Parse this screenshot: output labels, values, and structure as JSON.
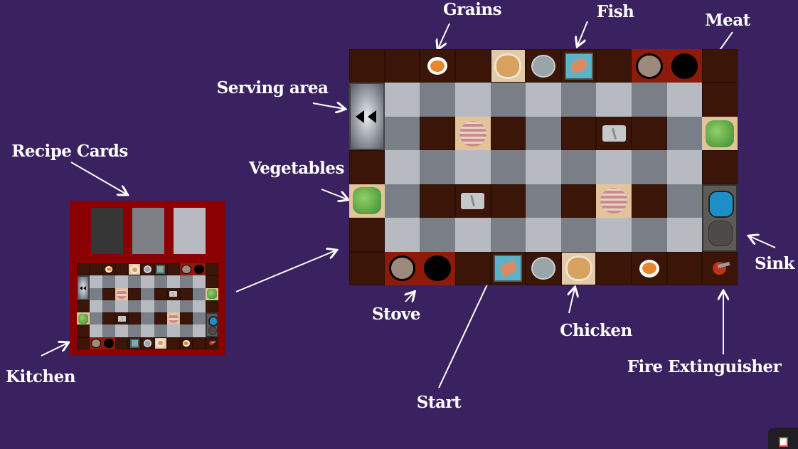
{
  "labels": {
    "grains": "Grains",
    "fish": "Fish",
    "meat": "Meat",
    "serving_area": "Serving area",
    "recipe_cards": "Recipe Cards",
    "vegetables": "Vegetables",
    "sink": "Sink",
    "stove": "Stove",
    "chicken": "Chicken",
    "fire_extinguisher": "Fire Extinguisher",
    "start": "Start",
    "kitchen": "Kitchen"
  },
  "recipe_cards": [
    {
      "color": "#363636"
    },
    {
      "color": "#7d8085"
    },
    {
      "color": "#b7bbc1"
    }
  ],
  "tile_legend": {
    "W": "counter",
    "L": "floor-light",
    "D": "floor-dark",
    "G": "grains",
    "C": "chicken",
    "P": "plate",
    "F": "fish",
    "S": "stove-pot",
    "B": "stove-burner",
    "M": "meat",
    "K": "cutting-board",
    "V": "vegetables",
    "R": "serving-area",
    "X": "sink",
    "E": "fire-extinguisher",
    "_": "covered"
  },
  "kitchen_grid": [
    [
      "W",
      "W",
      "G",
      "W",
      "C",
      "P",
      "F",
      "W",
      "S",
      "B",
      "W"
    ],
    [
      "R",
      "L",
      "D",
      "L",
      "D",
      "L",
      "D",
      "L",
      "D",
      "L",
      "W"
    ],
    [
      "_",
      "D",
      "W",
      "M",
      "W",
      "D",
      "W",
      "K",
      "W",
      "D",
      "V"
    ],
    [
      "W",
      "L",
      "D",
      "L",
      "D",
      "L",
      "D",
      "L",
      "D",
      "L",
      "W"
    ],
    [
      "V",
      "D",
      "W",
      "K",
      "W",
      "D",
      "W",
      "M",
      "W",
      "D",
      "X"
    ],
    [
      "W",
      "L",
      "D",
      "L",
      "D",
      "L",
      "D",
      "L",
      "D",
      "L",
      "_"
    ],
    [
      "W",
      "S",
      "B",
      "W",
      "F",
      "P",
      "C",
      "W",
      "G",
      "W",
      "E"
    ]
  ],
  "colors": {
    "background": "#3a2160",
    "kitchen_board": "#8b0000"
  }
}
